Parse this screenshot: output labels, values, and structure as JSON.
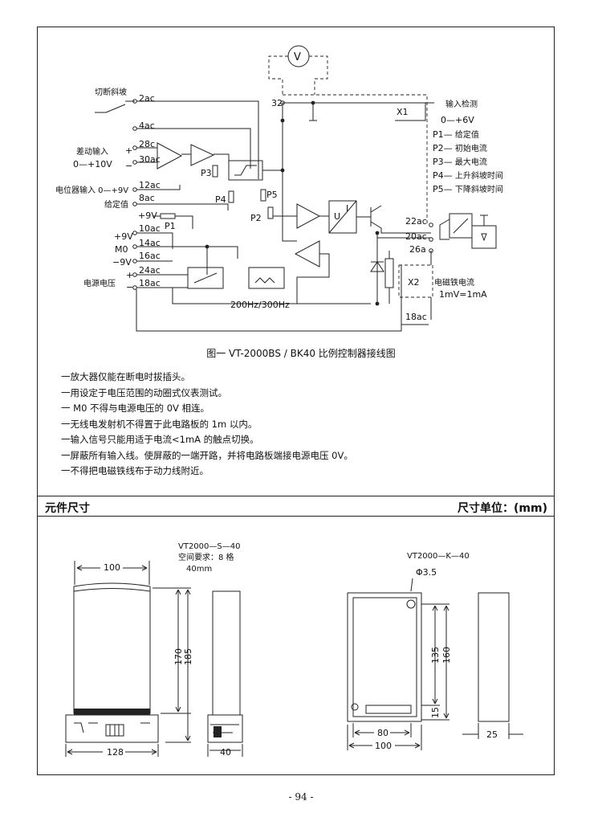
{
  "circuit": {
    "terminals_left": [
      "2ac",
      "4ac",
      "28c",
      "30ac",
      "12ac",
      "8ac",
      "10ac",
      "14ac",
      "16ac",
      "24ac",
      "18ac"
    ],
    "terminals_right": [
      "32",
      "22ac",
      "20ac",
      "26a",
      "18ac"
    ],
    "labels": {
      "switch_ramp": "切断斜坡",
      "diff_input": "差动输入",
      "diff_range": "0—+10V",
      "pot_input": "电位器输入 0—+9V",
      "setpoint": "给定值",
      "plus9v": "+9V",
      "plus9v_b": "+9V",
      "m0": "M0",
      "minus9v": "−9V",
      "plus": "+",
      "minus": "−",
      "plus_b": "+",
      "minus_b": "−",
      "power": "电源电压",
      "freq": "200Hz/300Hz",
      "input_detect": "输入检测",
      "input_range": "0—+6V",
      "x1": "X1",
      "x2": "X2",
      "voltmeter": "V",
      "p1": "P1",
      "p2": "P2",
      "p3": "P3",
      "p4": "P4",
      "p5": "P5",
      "u": "U",
      "i": "I",
      "coil_current": "电磁铁电流",
      "coil_ratio": "1mV=1mA"
    },
    "pots": [
      {
        "name": "P1—",
        "desc": "给定值"
      },
      {
        "name": "P2—",
        "desc": "初始电流"
      },
      {
        "name": "P3—",
        "desc": "最大电流"
      },
      {
        "name": "P4—",
        "desc": "上升斜坡时间"
      },
      {
        "name": "P5—",
        "desc": "下降斜坡时间"
      }
    ]
  },
  "caption": "图一   VT-2000BS / BK40 比例控制器接线图",
  "notes": [
    "一放大器仅能在断电时拔插头。",
    "一用设定于电压范围的动圈式仪表测试。",
    "一 M0 不得与电源电压的 0V 相连。",
    "一无线电发射机不得置于此电路板的 1m 以内。",
    "一输入信号只能用适于电流<1mA 的触点切换。",
    "一屏蔽所有输入线。使屏蔽的一端开路，并将电路板端接电源电压 0V。",
    "一不得把电磁铁线布于动力线附近。"
  ],
  "section": {
    "left": "元件尺寸",
    "right": "尺寸单位：(mm)"
  },
  "dims_s": {
    "model": "VT2000—S—40",
    "space": "空间要求：8 格",
    "space_width": "40mm",
    "d100": "100",
    "d170": "170",
    "d185": "185",
    "d128": "128",
    "d40": "40"
  },
  "dims_k": {
    "model": "VT2000—K—40",
    "hole": "Φ3.5",
    "d135": "135",
    "d160": "160",
    "d15": "15",
    "d80": "80",
    "d100": "100",
    "d25": "25"
  },
  "page_number": "- 94 -"
}
